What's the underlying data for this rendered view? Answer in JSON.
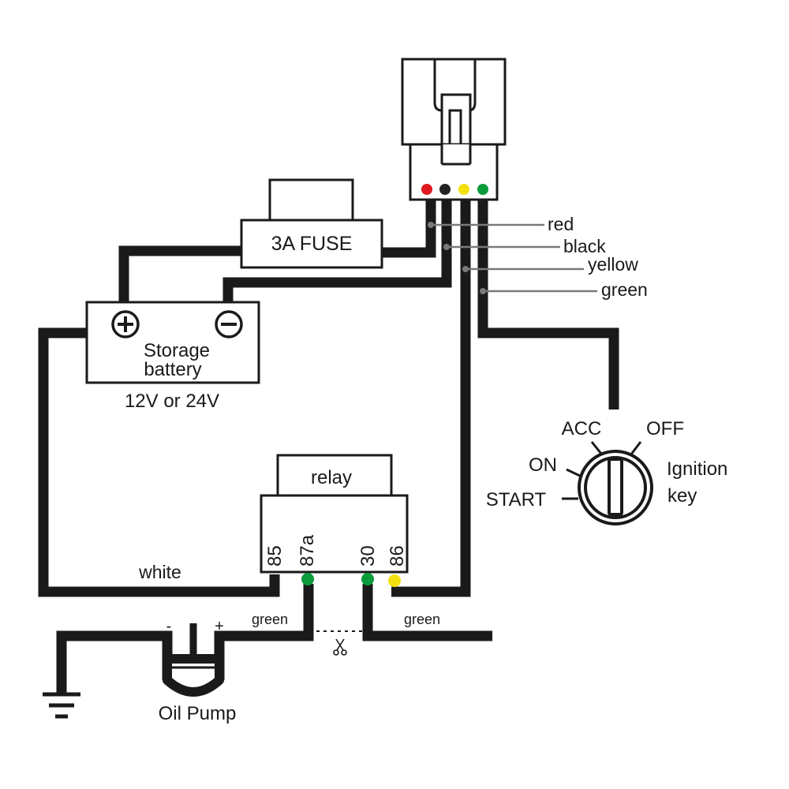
{
  "colors": {
    "line": "#1a1a1a",
    "red": "#e0191f",
    "black": "#222222",
    "yellow": "#f4e00f",
    "green": "#0b9a3c",
    "leader": "#7a7a7a"
  },
  "fuse": {
    "label": "3A  FUSE"
  },
  "battery": {
    "name_line1": "Storage",
    "name_line2": "battery",
    "voltage": "12V or  24V",
    "plus_icon": "plus-terminal-icon",
    "minus_icon": "minus-terminal-icon"
  },
  "wire_labels": {
    "red": "red",
    "black": "black",
    "yellow": "yellow",
    "green": "green"
  },
  "ignition": {
    "positions": {
      "acc": "ACC",
      "off": "OFF",
      "on": "ON",
      "start": "START"
    },
    "label_line1": "Ignition",
    "label_line2": "key"
  },
  "relay": {
    "label": "relay",
    "pins": {
      "p85": "85",
      "p87a": "87a",
      "p30": "30",
      "p86": "86"
    }
  },
  "bottom_wires": {
    "white": "white",
    "green_left": "green",
    "green_right": "green"
  },
  "pump": {
    "label": "Oil Pump",
    "minus": "-",
    "plus": "+"
  },
  "icons": {
    "cut": "scissors-icon",
    "ground": "ground-icon"
  }
}
